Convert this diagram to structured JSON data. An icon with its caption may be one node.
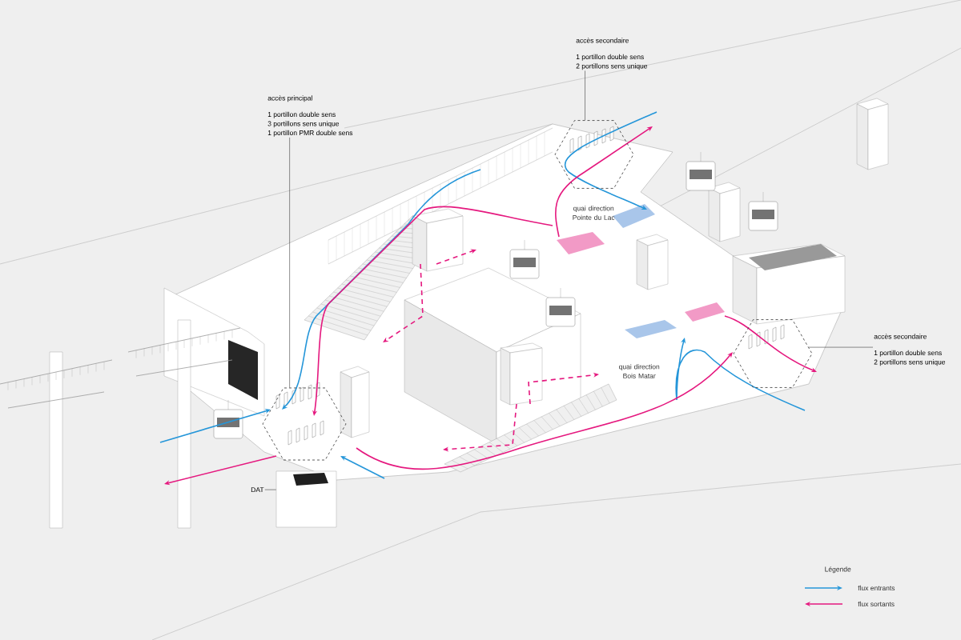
{
  "diagram": {
    "nodes": [
      {
        "text": [
          "accès principal",
          "1 portillon double sens",
          "3 portillons sens unique",
          "1 portillon PMR double sens"
        ]
      },
      {
        "text": [],
        "shape": "hexagon"
      },
      {
        "text": [
          "accès secondaire",
          "1 portillon double sens",
          "2 portillons sens unique"
        ]
      },
      {
        "text": [],
        "shape": "hexagon"
      },
      {
        "text": [
          "accès secondaire",
          "1 portillon double sens",
          "2 portillons sens unique"
        ]
      },
      {
        "text": [],
        "shape": "hexagon"
      },
      {
        "text": [
          "DAT"
        ]
      },
      {
        "text": [],
        "shape": "box"
      }
    ],
    "edges": [
      {
        "from": 0,
        "to": 1,
        "arrow": "none"
      },
      {
        "from": 2,
        "to": 3,
        "arrow": "none"
      },
      {
        "from": 4,
        "to": 5,
        "arrow": "none"
      },
      {
        "from": 6,
        "to": 7,
        "arrow": "none"
      }
    ],
    "labels": [
      "quai direction Pointe du Lac",
      "quai direction Bois Matar",
      "Légende"
    ],
    "legend": [
      {
        "text": "flux entrants"
      },
      {
        "text": "flux sortants"
      }
    ]
  }
}
